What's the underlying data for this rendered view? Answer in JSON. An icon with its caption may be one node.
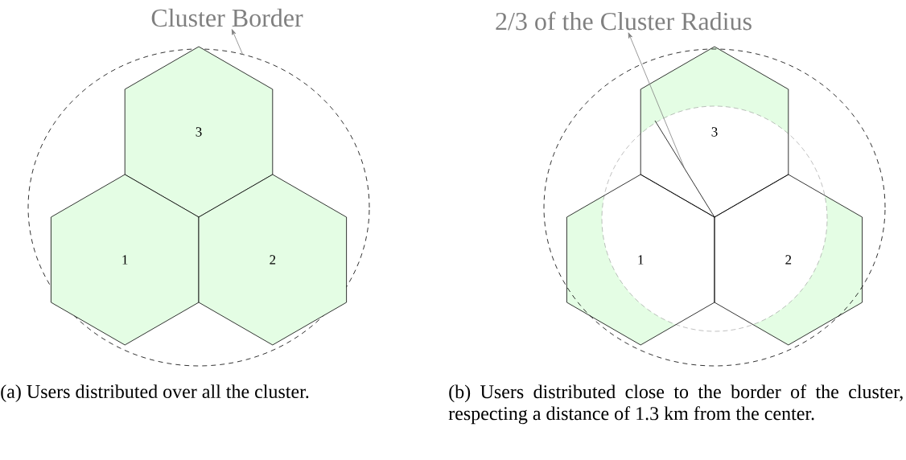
{
  "diagram": {
    "nodes": [
      {
        "text": [
          "Cluster Border"
        ]
      },
      {
        "text": [],
        "shape": "circle"
      },
      {
        "text": [
          "3"
        ],
        "in": 1
      },
      {
        "text": [
          "1"
        ],
        "in": 1
      },
      {
        "text": [
          "2"
        ],
        "in": 1
      },
      {
        "text": [
          "2/3 of the Cluster Radius"
        ]
      },
      {
        "text": [
          "3"
        ]
      },
      {
        "text": [
          "1"
        ]
      },
      {
        "text": [
          "2"
        ]
      },
      {
        "text": [],
        "shape": "line",
        "in": 6
      }
    ],
    "edges": [
      {
        "from": 1,
        "to": 0,
        "arrow": "to"
      },
      {
        "from": 9,
        "to": 5,
        "arrow": "to"
      }
    ],
    "labels": [
      "(a) Users distributed over all the cluster.",
      "(b) Users distributed close to the border of the cluster, respecting a distance of 1.3 km from the center."
    ]
  }
}
